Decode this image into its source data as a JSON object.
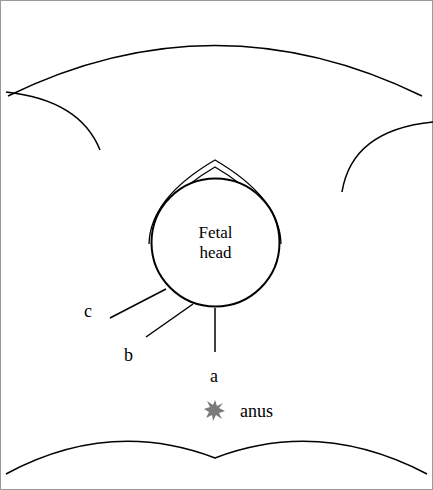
{
  "diagram": {
    "nodes": [
      {
        "text": [
          "Fetal head"
        ]
      }
    ],
    "labels": [
      "c",
      "b",
      "a",
      "anus"
    ]
  }
}
